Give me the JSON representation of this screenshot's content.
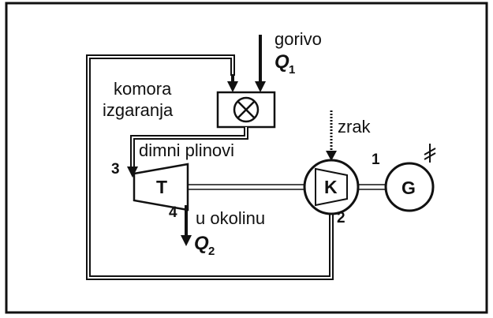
{
  "diagram": {
    "fuel_label": "gorivo",
    "q1_symbol": "Q",
    "q1_subscript": "1",
    "combustor_line1": "komora",
    "combustor_line2": "izgaranja",
    "flue_gas_label": "dimni plinovi",
    "air_label": "zrak",
    "turbine_label": "T",
    "compressor_label": "K",
    "generator_label": "G",
    "exhaust_label": "u okolinu",
    "q2_symbol": "Q",
    "q2_subscript": "2",
    "point_1": "1",
    "point_2": "2",
    "point_3": "3",
    "point_4": "4"
  }
}
